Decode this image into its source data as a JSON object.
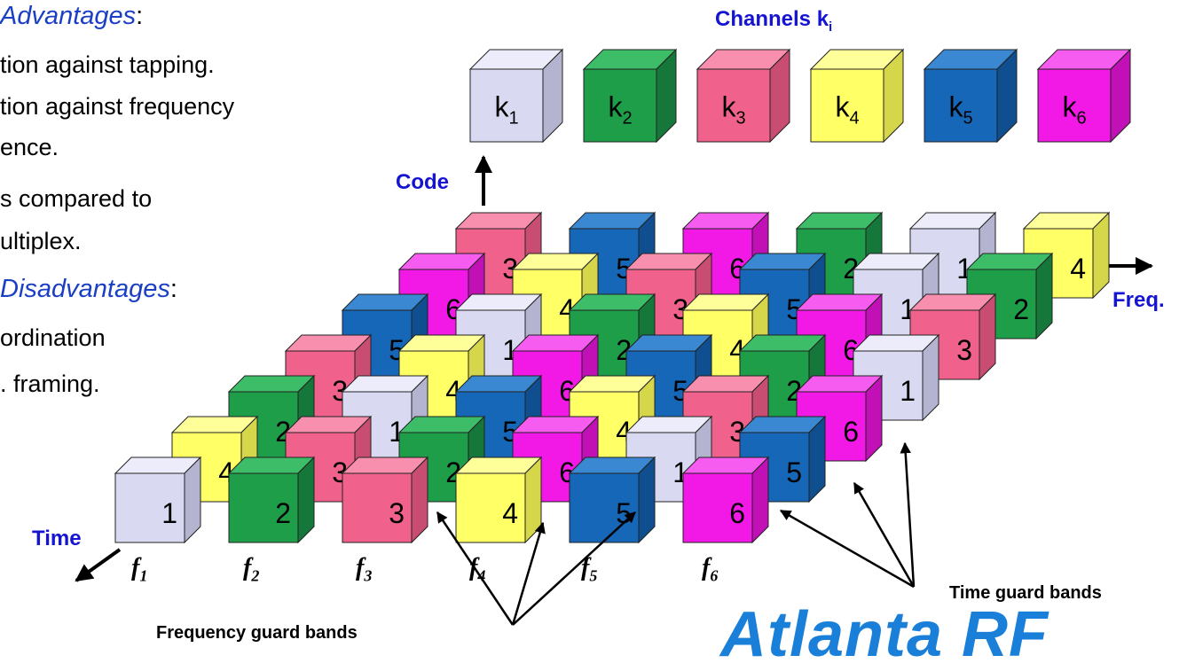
{
  "left_text": {
    "advantages_heading": "Advantages",
    "advantages_colon": ":",
    "lines": [
      "tion against tapping.",
      "tion against frequency",
      "ence.",
      "s compared to",
      "ultiplex."
    ],
    "disadvantages_heading": "Disadvantages",
    "disadvantages_colon": ":",
    "dis_lines": [
      "ordination",
      ". framing."
    ]
  },
  "legend": {
    "title": "Channels k",
    "title_sub": "i",
    "items": [
      {
        "base": "k",
        "sub": "1",
        "color": "lavender"
      },
      {
        "base": "k",
        "sub": "2",
        "color": "green"
      },
      {
        "base": "k",
        "sub": "3",
        "color": "pink"
      },
      {
        "base": "k",
        "sub": "4",
        "color": "yellow"
      },
      {
        "base": "k",
        "sub": "5",
        "color": "blue"
      },
      {
        "base": "k",
        "sub": "6",
        "color": "magenta"
      }
    ]
  },
  "axes": {
    "code": "Code",
    "freq": "Freq.",
    "time": "Time"
  },
  "freq_labels": [
    {
      "base": "f",
      "sub": "1"
    },
    {
      "base": "f",
      "sub": "2"
    },
    {
      "base": "f",
      "sub": "3"
    },
    {
      "base": "f",
      "sub": "4"
    },
    {
      "base": "f",
      "sub": "5"
    },
    {
      "base": "f",
      "sub": "6"
    }
  ],
  "grid_rows": [
    [
      "1",
      "2",
      "3",
      "4",
      "5",
      "6"
    ],
    [
      "4",
      "3",
      "2",
      "6",
      "1",
      "5"
    ],
    [
      "2",
      "1",
      "5",
      "4",
      "3",
      "6"
    ],
    [
      "3",
      "4",
      "6",
      "5",
      "2",
      "1"
    ],
    [
      "5",
      "1",
      "2",
      "4",
      "6",
      "3"
    ],
    [
      "6",
      "4",
      "3",
      "5",
      "1",
      "2"
    ],
    [
      "3",
      "5",
      "6",
      "2",
      "1",
      "4"
    ]
  ],
  "annotations": {
    "frequency_guard_bands": "Frequency guard bands",
    "time_guard_bands": "Time guard bands"
  },
  "brand": "Atlanta RF",
  "colors": {
    "lavender": [
      "#d9d9f2",
      "#ececfa",
      "#b4b4d0"
    ],
    "green": [
      "#1f9e4a",
      "#3dbd68",
      "#15773a"
    ],
    "pink": [
      "#f0628c",
      "#f88fae",
      "#c94d72"
    ],
    "yellow": [
      "#ffff66",
      "#ffff99",
      "#d6d64a"
    ],
    "blue": [
      "#1667b8",
      "#3a88d1",
      "#0f4f8f"
    ],
    "magenta": [
      "#f218e6",
      "#f75cf0",
      "#c010b6"
    ],
    "text_blue": "#1414d2"
  }
}
